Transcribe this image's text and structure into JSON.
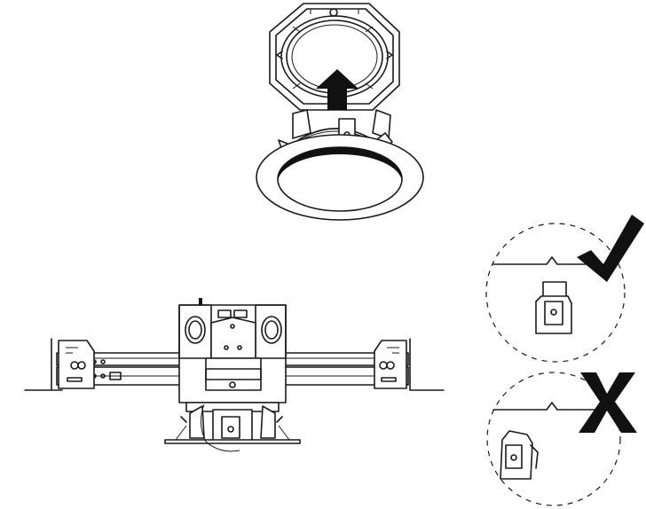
{
  "figure": {
    "panels": [
      {
        "id": "trim-ring-install",
        "icon": "arrow-up-icon"
      },
      {
        "id": "housing-assembly"
      },
      {
        "id": "clip-correct",
        "icon": "checkmark-icon"
      },
      {
        "id": "clip-incorrect",
        "icon": "x-mark-icon"
      }
    ],
    "colors": {
      "ink": "#1a1a1a",
      "background": "#ffffff"
    }
  }
}
